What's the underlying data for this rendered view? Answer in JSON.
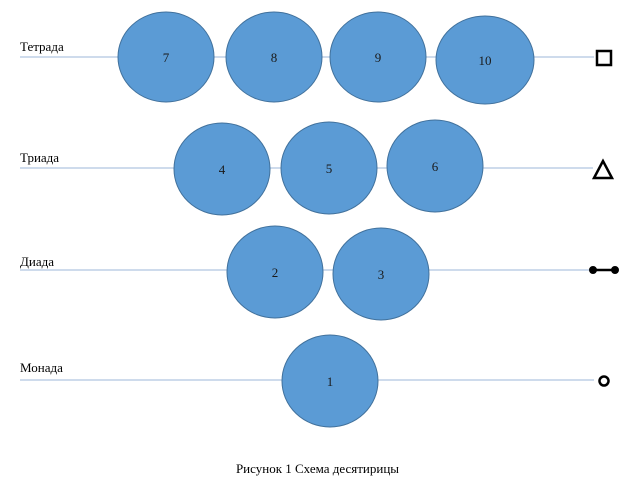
{
  "rows": [
    {
      "label": "Тетрада",
      "nodes": [
        "7",
        "8",
        "9",
        "10"
      ],
      "symbol": "square-icon"
    },
    {
      "label": "Триада",
      "nodes": [
        "4",
        "5",
        "6"
      ],
      "symbol": "triangle-icon"
    },
    {
      "label": "Диада",
      "nodes": [
        "2",
        "3"
      ],
      "symbol": "line-segment-icon"
    },
    {
      "label": "Монада",
      "nodes": [
        "1"
      ],
      "symbol": "circle-icon"
    }
  ],
  "caption": "Рисунок 1 Схема десятирицы",
  "colors": {
    "node_fill": "#5b9bd5",
    "node_stroke": "#41719c",
    "line": "#9db7d9"
  }
}
